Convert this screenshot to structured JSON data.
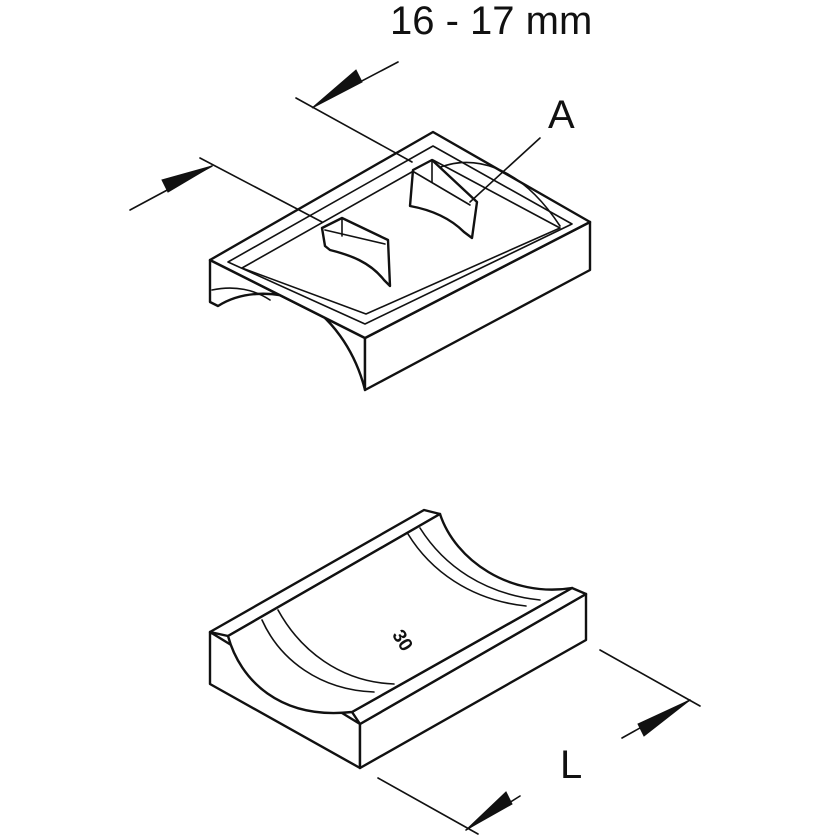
{
  "labels": {
    "dimension_top": "16 - 17 mm",
    "callout_a": "A",
    "dimension_length": "L",
    "part_number": "30"
  },
  "colors": {
    "line": "#111111",
    "background": "#ffffff"
  }
}
